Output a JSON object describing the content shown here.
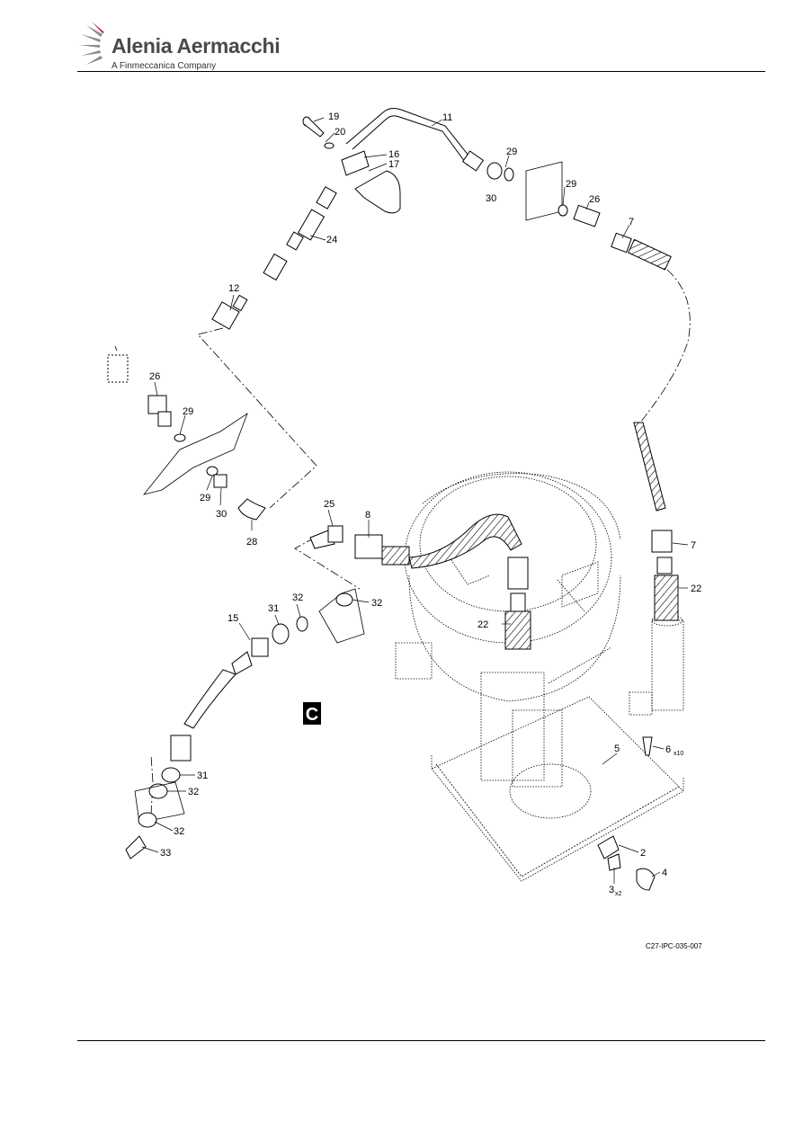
{
  "header": {
    "brand_name": "Alenia Aermacchi",
    "brand_subtitle": "A Finmeccanica Company",
    "logo_color": "#8a8a8a",
    "logo_accent": "#c8102e"
  },
  "figure": {
    "view_letter": "C",
    "drawing_ref": "C27-IPC-035-007",
    "callouts": [
      {
        "id": "c19",
        "text": "19"
      },
      {
        "id": "c20",
        "text": "20"
      },
      {
        "id": "c11",
        "text": "11"
      },
      {
        "id": "c16",
        "text": "16"
      },
      {
        "id": "c17",
        "text": "17"
      },
      {
        "id": "c29a",
        "text": "29"
      },
      {
        "id": "c30a",
        "text": "30"
      },
      {
        "id": "c29b",
        "text": "29"
      },
      {
        "id": "c26a",
        "text": "26"
      },
      {
        "id": "c7a",
        "text": "7"
      },
      {
        "id": "c24",
        "text": "24"
      },
      {
        "id": "c12",
        "text": "12"
      },
      {
        "id": "c26b",
        "text": "26"
      },
      {
        "id": "c29c",
        "text": "29"
      },
      {
        "id": "c29d",
        "text": "29"
      },
      {
        "id": "c30b",
        "text": "30"
      },
      {
        "id": "c28",
        "text": "28"
      },
      {
        "id": "c25",
        "text": "25"
      },
      {
        "id": "c8",
        "text": "8"
      },
      {
        "id": "c7b",
        "text": "7"
      },
      {
        "id": "c22a",
        "text": "22"
      },
      {
        "id": "c22b",
        "text": "22"
      },
      {
        "id": "c15",
        "text": "15"
      },
      {
        "id": "c31a",
        "text": "31"
      },
      {
        "id": "c32a",
        "text": "32"
      },
      {
        "id": "c32b",
        "text": "32"
      },
      {
        "id": "c31b",
        "text": "31"
      },
      {
        "id": "c32c",
        "text": "32"
      },
      {
        "id": "c32d",
        "text": "32"
      },
      {
        "id": "c33",
        "text": "33"
      },
      {
        "id": "c5",
        "text": "5"
      },
      {
        "id": "c6",
        "text": "6"
      },
      {
        "id": "c2",
        "text": "2"
      },
      {
        "id": "c4",
        "text": "4"
      },
      {
        "id": "c3",
        "text": "3"
      }
    ],
    "qty_6": "x10",
    "qty_3": "x2"
  }
}
